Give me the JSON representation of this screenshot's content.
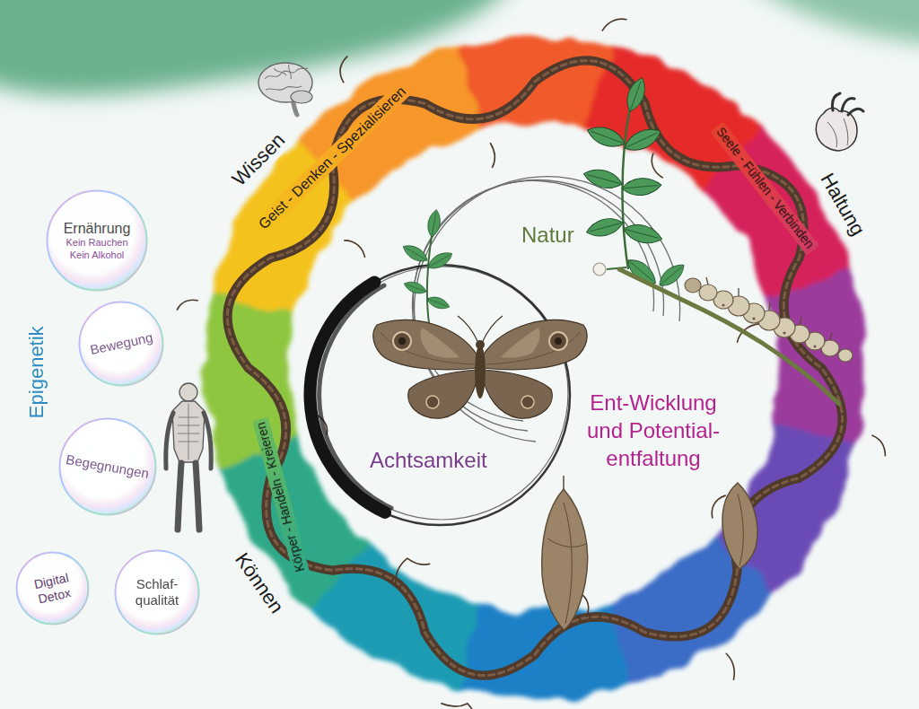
{
  "diagram": {
    "nodes": [
      {
        "text": [
          "Ernährung",
          "Kein Rauchen Kein Alkohol"
        ]
      },
      {
        "text": [
          "Bewegung"
        ]
      },
      {
        "text": [
          "Begegnungen"
        ]
      },
      {
        "text": [
          "Digital Detox"
        ]
      },
      {
        "text": [
          "Schlaf- qualität"
        ]
      }
    ],
    "labels": [
      "Wissen",
      "Geist - Denken - Spezialisieren",
      "Haltung",
      "Seele - Fühlen - Verbinden",
      "Können",
      "Körper - Handeln - Kreieren",
      "Natur",
      "Achtsamkeit",
      "Ent-Wicklung und Potential- entfaltung",
      "Epigenetik"
    ]
  }
}
